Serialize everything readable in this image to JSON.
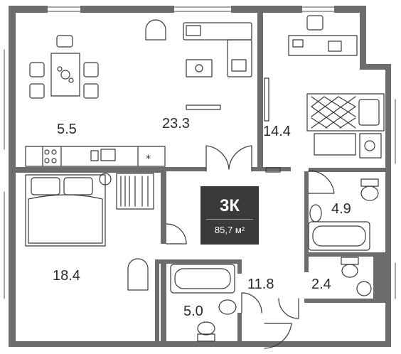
{
  "apartment": {
    "type": "3К",
    "total_area": "85,7 м²"
  },
  "rooms": {
    "kitchen": "5.5",
    "living": "23.3",
    "bedroom_right": "14.4",
    "bath_right": "4.9",
    "bedroom_left": "18.4",
    "hall": "11.8",
    "wc": "2.4",
    "bath_center": "5.0"
  },
  "colors": {
    "wall": "#6d6d6f",
    "line": "#3a3a3a",
    "badge": "#3a3a3c"
  }
}
